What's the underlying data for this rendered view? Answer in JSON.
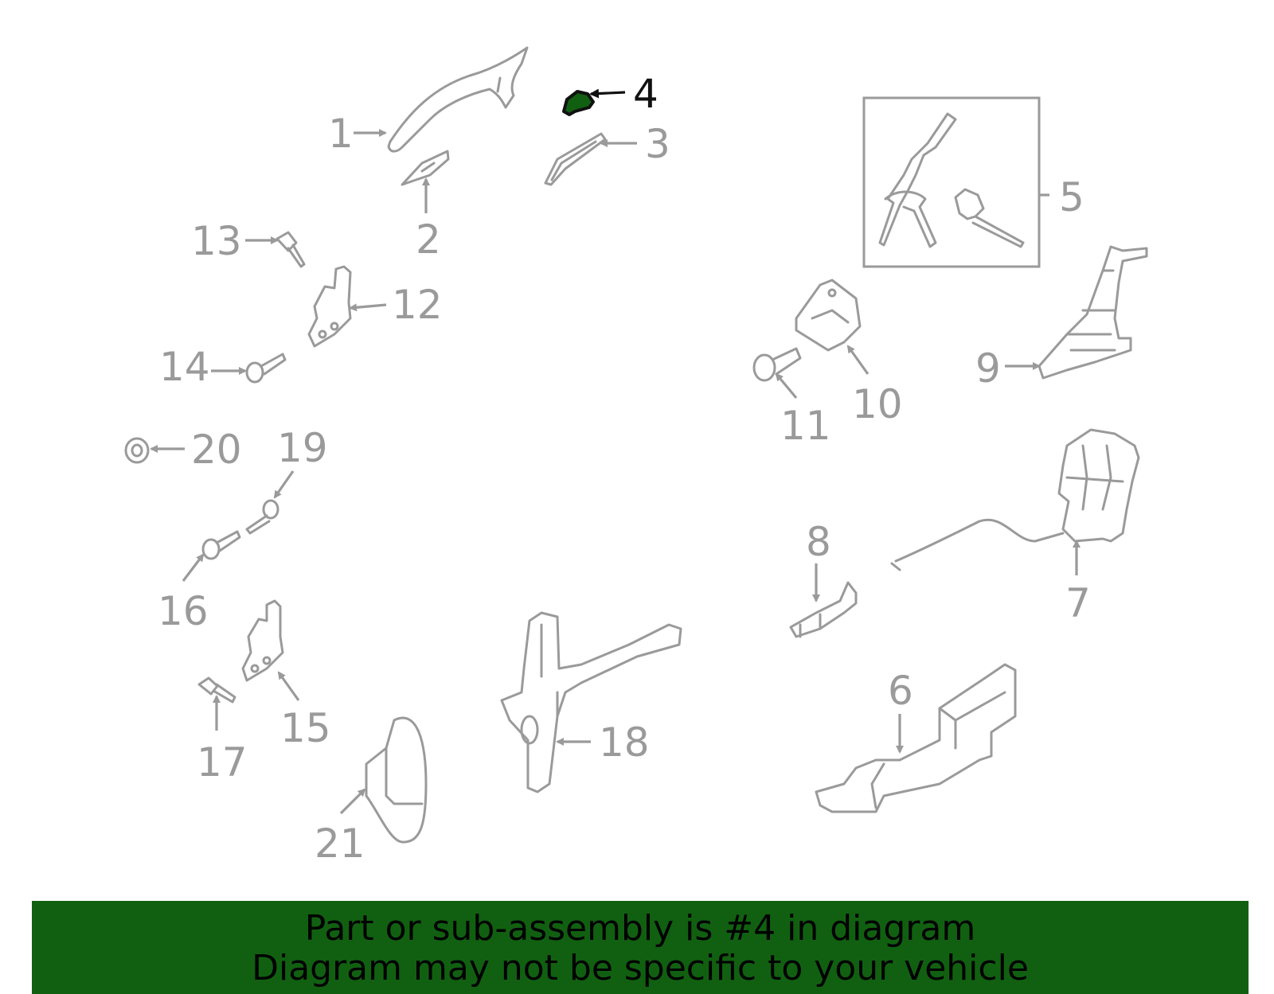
{
  "highlight": {
    "part_number": "4",
    "color": "#116011",
    "outline": "#111111"
  },
  "callouts": [
    "1",
    "2",
    "3",
    "4",
    "5",
    "6",
    "7",
    "8",
    "9",
    "10",
    "11",
    "12",
    "13",
    "14",
    "15",
    "16",
    "17",
    "18",
    "19",
    "20",
    "21"
  ],
  "banner": {
    "line1": "Part or sub-assembly is #4 in diagram",
    "line2": "Diagram may not be specific to your vehicle",
    "background": "#116011"
  },
  "colors": {
    "part_stroke": "#9a9a9a",
    "label": "#9a9a9a"
  }
}
